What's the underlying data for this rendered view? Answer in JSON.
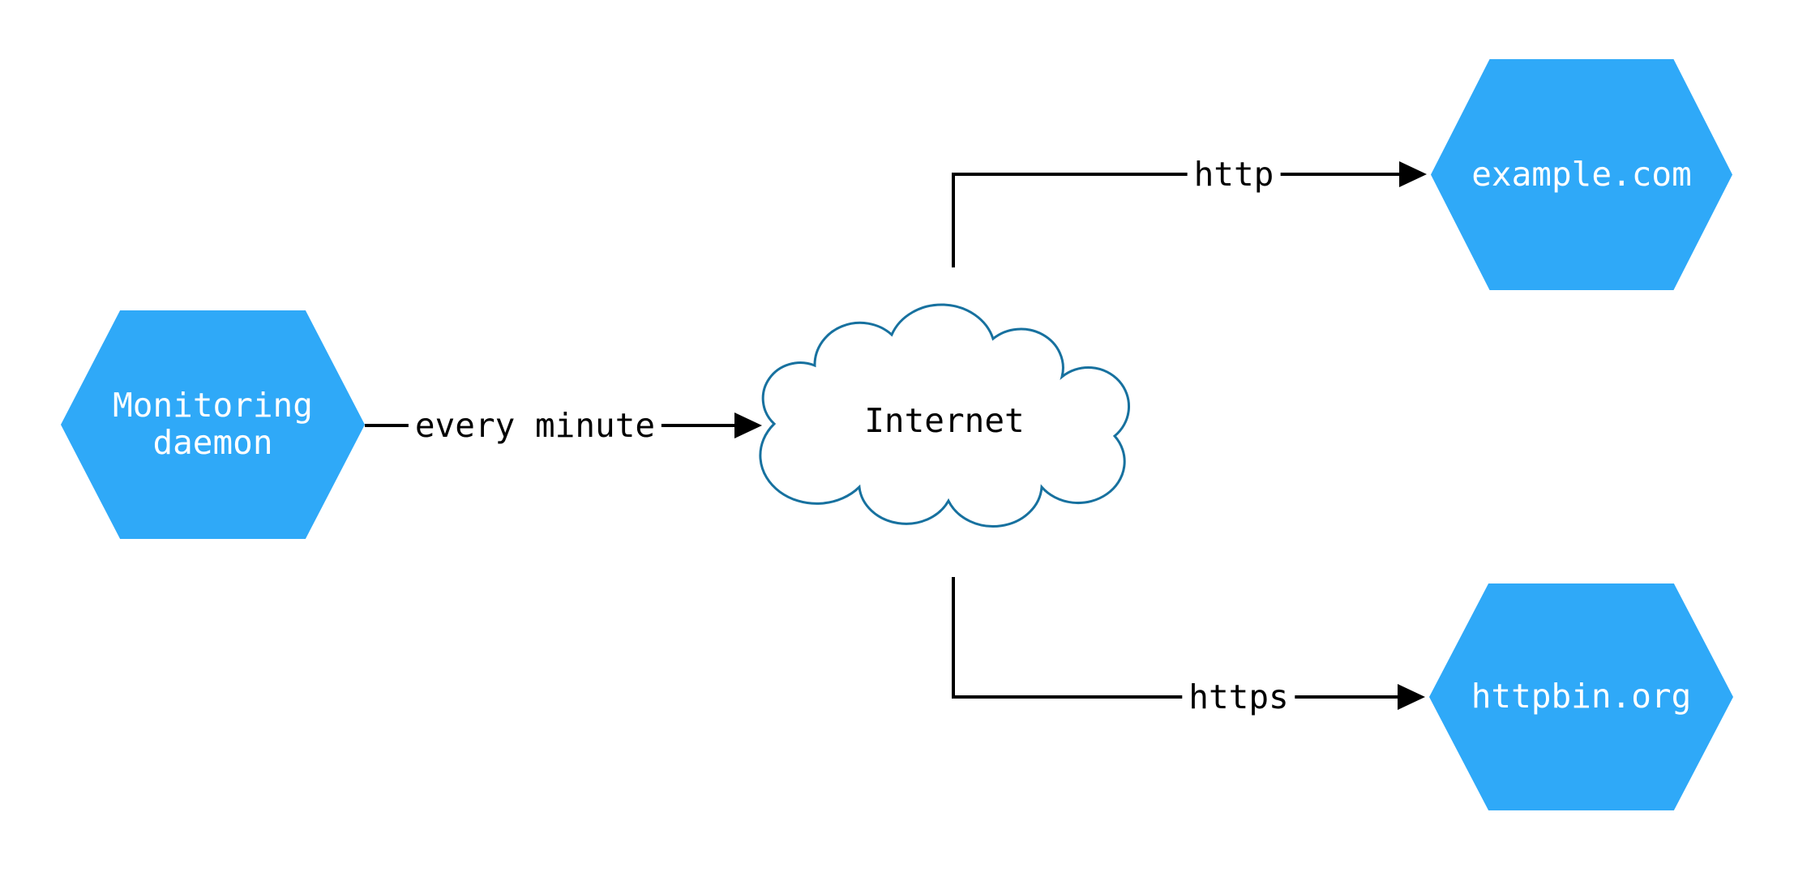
{
  "diagram": {
    "colors": {
      "node_fill": "#2FA9F8",
      "node_text": "#FFFFFF",
      "cloud_stroke": "#17719F",
      "cloud_fill": "#FFFFFF",
      "edge_line": "#000000",
      "edge_label_text": "#000000",
      "background": "#FFFFFF"
    },
    "nodes": {
      "daemon": {
        "shape": "hexagon",
        "label": "Monitoring\ndaemon"
      },
      "internet": {
        "shape": "cloud",
        "label": "Internet"
      },
      "example": {
        "shape": "hexagon",
        "label": "example.com"
      },
      "httpbin": {
        "shape": "hexagon",
        "label": "httpbin.org"
      }
    },
    "edges": [
      {
        "from": "daemon",
        "to": "internet",
        "label": "every minute"
      },
      {
        "from": "internet",
        "to": "example",
        "label": "http"
      },
      {
        "from": "internet",
        "to": "httpbin",
        "label": "https"
      }
    ]
  }
}
